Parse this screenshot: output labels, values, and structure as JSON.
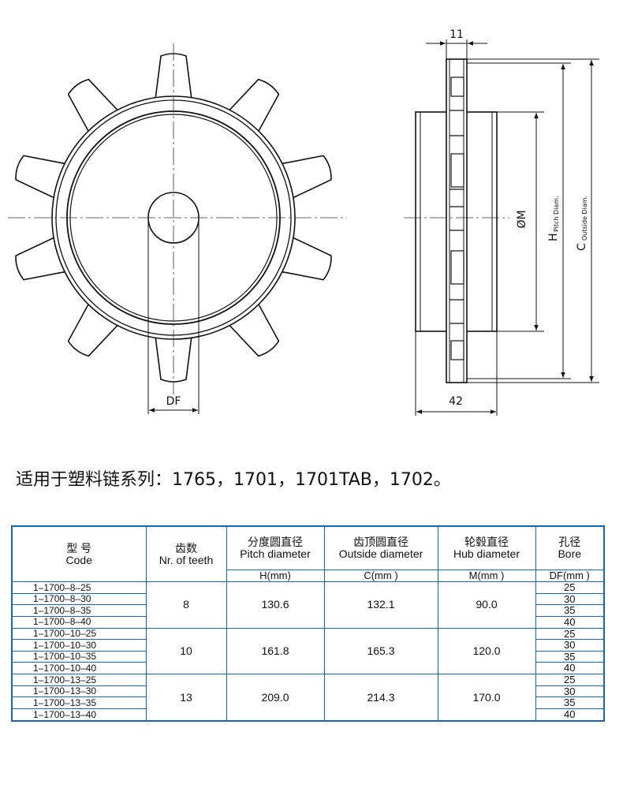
{
  "drawing": {
    "dim_width": "11",
    "dim_hub_length": "42",
    "dim_bore": "DF",
    "dim_hub_diameter": "ØM",
    "dim_pitch": "H",
    "dim_pitch_note": "Pitch Diam.",
    "dim_outside": "C",
    "dim_outside_note": "Outside Diam."
  },
  "caption": "适用于塑料链系列：1765，1701，1701TAB，1702。",
  "table": {
    "headers": {
      "code_cn": "型 号",
      "code_en": "Code",
      "teeth_cn": "齿数",
      "teeth_en": "Nr. of teeth",
      "pitch_cn": "分度圆直径",
      "pitch_en": "Pitch diameter",
      "outside_cn": "齿顶圆直径",
      "outside_en": "Outside diameter",
      "hub_cn": "轮毂直径",
      "hub_en": "Hub diameter",
      "bore_cn": "孔径",
      "bore_en": "Bore"
    },
    "units": {
      "pitch": "H(mm)",
      "outside": "C(mm )",
      "hub": "M(mm )",
      "bore": "DF(mm )"
    },
    "groups": [
      {
        "teeth": "8",
        "pitch": "130.6",
        "outside": "132.1",
        "hub": "90.0",
        "rows": [
          {
            "code": "1–1700–8–25",
            "bore": "25"
          },
          {
            "code": "1–1700–8–30",
            "bore": "30"
          },
          {
            "code": "1–1700–8–35",
            "bore": "35"
          },
          {
            "code": "1–1700–8–40",
            "bore": "40"
          }
        ]
      },
      {
        "teeth": "10",
        "pitch": "161.8",
        "outside": "165.3",
        "hub": "120.0",
        "rows": [
          {
            "code": "1–1700–10–25",
            "bore": "25"
          },
          {
            "code": "1–1700–10–30",
            "bore": "30"
          },
          {
            "code": "1–1700–10–35",
            "bore": "35"
          },
          {
            "code": "1–1700–10–40",
            "bore": "40"
          }
        ]
      },
      {
        "teeth": "13",
        "pitch": "209.0",
        "outside": "214.3",
        "hub": "170.0",
        "rows": [
          {
            "code": "1–1700–13–25",
            "bore": "25"
          },
          {
            "code": "1–1700–13–30",
            "bore": "30"
          },
          {
            "code": "1–1700–13–35",
            "bore": "35"
          },
          {
            "code": "1–1700–13–40",
            "bore": "40"
          }
        ]
      }
    ]
  }
}
